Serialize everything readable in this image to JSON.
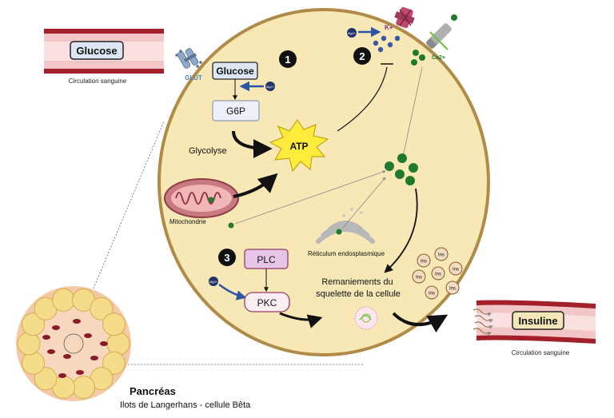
{
  "vessel_left": {
    "label": "Glucose",
    "caption": "Circulation sanguine"
  },
  "vessel_right": {
    "label": "Insuline",
    "caption": "Circulation sanguine"
  },
  "transporter": {
    "label": "GLUT"
  },
  "steps": {
    "one": "1",
    "two": "2",
    "three": "3"
  },
  "boxes": {
    "glucose": "Glucose",
    "g6p": "G6P",
    "plc": "PLC",
    "pkc": "PKC"
  },
  "process": {
    "glycolyse": "Glycolyse",
    "atp": "ATP"
  },
  "organelles": {
    "mitochondria": "Mitochondrie",
    "er": "Réticulum endosplasmique"
  },
  "ions": {
    "potassium": "K+",
    "calcium": "Ca2+",
    "mg": "Mg2+",
    "ca": "Ca2+",
    "k": "K+"
  },
  "cytoskeleton": {
    "line1": "Remaniements du",
    "line2": "squelette de la cellule"
  },
  "granule_label": "Ins",
  "pancreas": {
    "title": "Pancréas",
    "subtitle": "Ilots de Langerhans - cellule Bêta"
  },
  "colors": {
    "cell_fill": "#f7e8b6",
    "cell_border": "#b08b48",
    "vessel": "#a3202a",
    "vessel_inner": "#f4cccc",
    "calcium": "#1f7a2e",
    "magnesium": "#22336b",
    "atp": "#ffeb3b"
  }
}
